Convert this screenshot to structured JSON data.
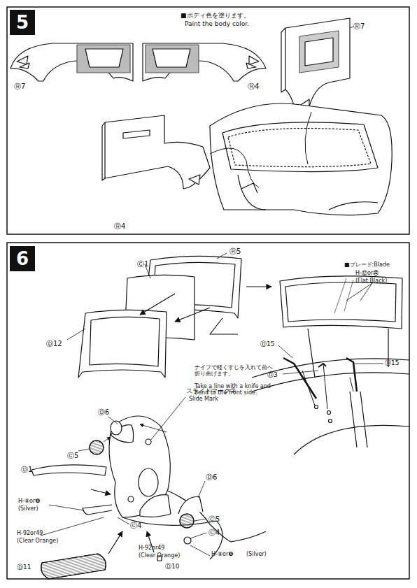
{
  "diagram": {
    "nodes": [
      {
        "text": [
          "5"
        ]
      },
      {
        "text": [
          "6"
        ]
      }
    ],
    "labels": [
      "■ボディ色を塗ります。",
      "Paint the body color.",
      "Ⓡ7",
      "Ⓡ7",
      "Ⓡ4",
      "Ⓡ4",
      "Ⓡ5",
      "Ⓒ1",
      "Ⓓ12",
      "ナイフで軽くすじを入れて前へ折り曲げます。",
      "Take a line with a knife and bend to the front side.",
      "■ブレード:Blade",
      "H-⑫or㉝",
      "(Flat Black)",
      "Ⓓ15",
      "Ⓓ3",
      "Ⓓ15",
      "スライドマーク②",
      "Slide Mark",
      "Ⓓ6",
      "Ⓒ5",
      "Ⓓ1",
      "H-⑧or❽",
      "(Silver)",
      "Ⓒ4",
      "H-92or49",
      "(Clear Orange)",
      "Ⓓ11",
      "Ⓓ10",
      "Ⓒ4",
      "H-⑧or❽",
      "(Silver)",
      "Ⓓ6",
      "Ⓒ5",
      "H-92or49",
      "(Clear Orange)"
    ]
  }
}
